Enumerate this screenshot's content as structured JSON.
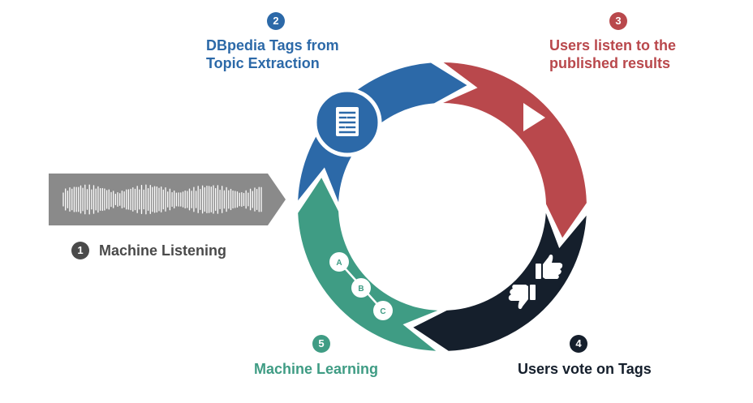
{
  "steps": [
    {
      "number": "1",
      "label": "Machine Listening",
      "color": "#4a4a4a"
    },
    {
      "number": "2",
      "label_line1": "DBpedia Tags from",
      "label_line2": "Topic Extraction",
      "color": "#2c69a8"
    },
    {
      "number": "3",
      "label_line1": "Users listen to the",
      "label_line2": "published results",
      "color": "#b9484c"
    },
    {
      "number": "4",
      "label": "Users vote on Tags",
      "color": "#151f2c"
    },
    {
      "number": "5",
      "label": "Machine Learning",
      "color": "#3f9c84"
    }
  ],
  "waveform": {
    "color": "#8a8a8a"
  },
  "icons": [
    "document-icon",
    "play-icon",
    "thumbs-up-icon",
    "thumbs-down-icon",
    "abc-nodes-icon"
  ],
  "abc_nodes": [
    "A",
    "B",
    "C"
  ]
}
